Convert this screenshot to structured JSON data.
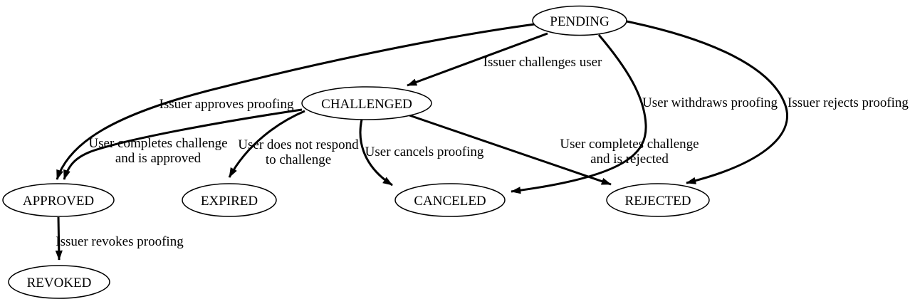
{
  "diagram": {
    "type": "state-transition-graph",
    "colors": {
      "background": "#ffffff",
      "node_fill": "#ffffff",
      "node_stroke": "#000000",
      "edge_stroke": "#000000",
      "text": "#000000"
    },
    "nodes": [
      {
        "id": "pending",
        "label": "PENDING"
      },
      {
        "id": "challenged",
        "label": "CHALLENGED"
      },
      {
        "id": "approved",
        "label": "APPROVED"
      },
      {
        "id": "expired",
        "label": "EXPIRED"
      },
      {
        "id": "canceled",
        "label": "CANCELED"
      },
      {
        "id": "rejected",
        "label": "REJECTED"
      },
      {
        "id": "revoked",
        "label": "REVOKED"
      }
    ],
    "edges": [
      {
        "from": "PENDING",
        "to": "CHALLENGED",
        "label": "Issuer challenges user"
      },
      {
        "from": "PENDING",
        "to": "APPROVED",
        "label": "Issuer approves proofing"
      },
      {
        "from": "PENDING",
        "to": "CANCELED",
        "label": "User withdraws proofing"
      },
      {
        "from": "PENDING",
        "to": "REJECTED",
        "label": "Issuer rejects proofing"
      },
      {
        "from": "CHALLENGED",
        "to": "APPROVED",
        "label_lines": [
          "User completes challenge",
          "and is approved"
        ]
      },
      {
        "from": "CHALLENGED",
        "to": "EXPIRED",
        "label_lines": [
          "User does not respond",
          "to challenge"
        ]
      },
      {
        "from": "CHALLENGED",
        "to": "CANCELED",
        "label": "User cancels proofing"
      },
      {
        "from": "CHALLENGED",
        "to": "REJECTED",
        "label_lines": [
          "User completes challenge",
          "and is rejected"
        ]
      },
      {
        "from": "APPROVED",
        "to": "REVOKED",
        "label": "Issuer revokes proofing"
      }
    ]
  }
}
